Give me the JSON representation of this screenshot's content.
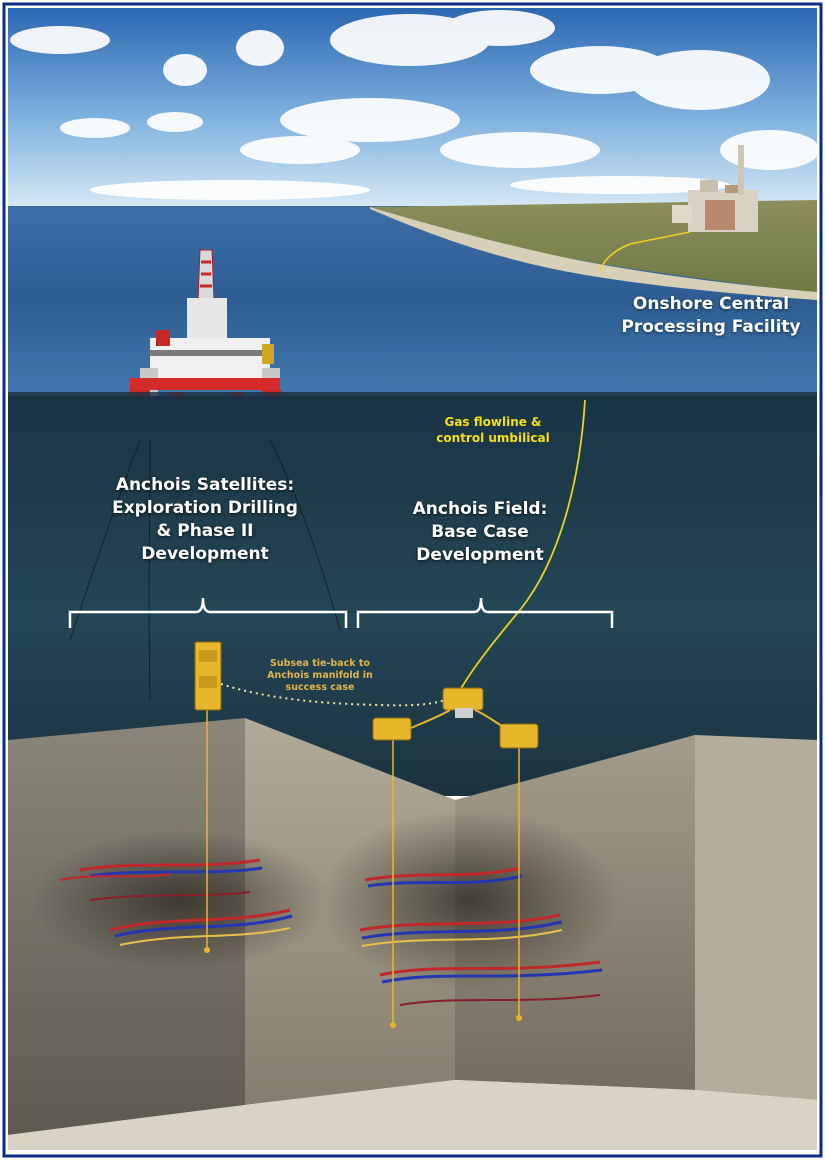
{
  "labels": {
    "onshore_facility": "Onshore Central\nProcessing Facility",
    "gas_flowline": "Gas flowline &\ncontrol umbilical",
    "satellites": "Anchois Satellites:\nExploration Drilling\n& Phase II\nDevelopment",
    "field": "Anchois Field:\nBase Case\nDevelopment",
    "tieback": "Subsea tie-back to\nAnchois manifold in\nsuccess case"
  },
  "colors": {
    "frame": "#0d2a88",
    "sky_top": "#2f6fb8",
    "sky_bottom": "#cfe4f4",
    "sea_surface": "#2f5f98",
    "deep_water": "#1f3d4c",
    "seabed": "#8d8578",
    "equipment": "#e7b72b",
    "rig_red": "#d52a2a",
    "flowline_yellow": "#f4e10a",
    "seismic_red": "#c0282a",
    "seismic_blue": "#2436b0"
  }
}
